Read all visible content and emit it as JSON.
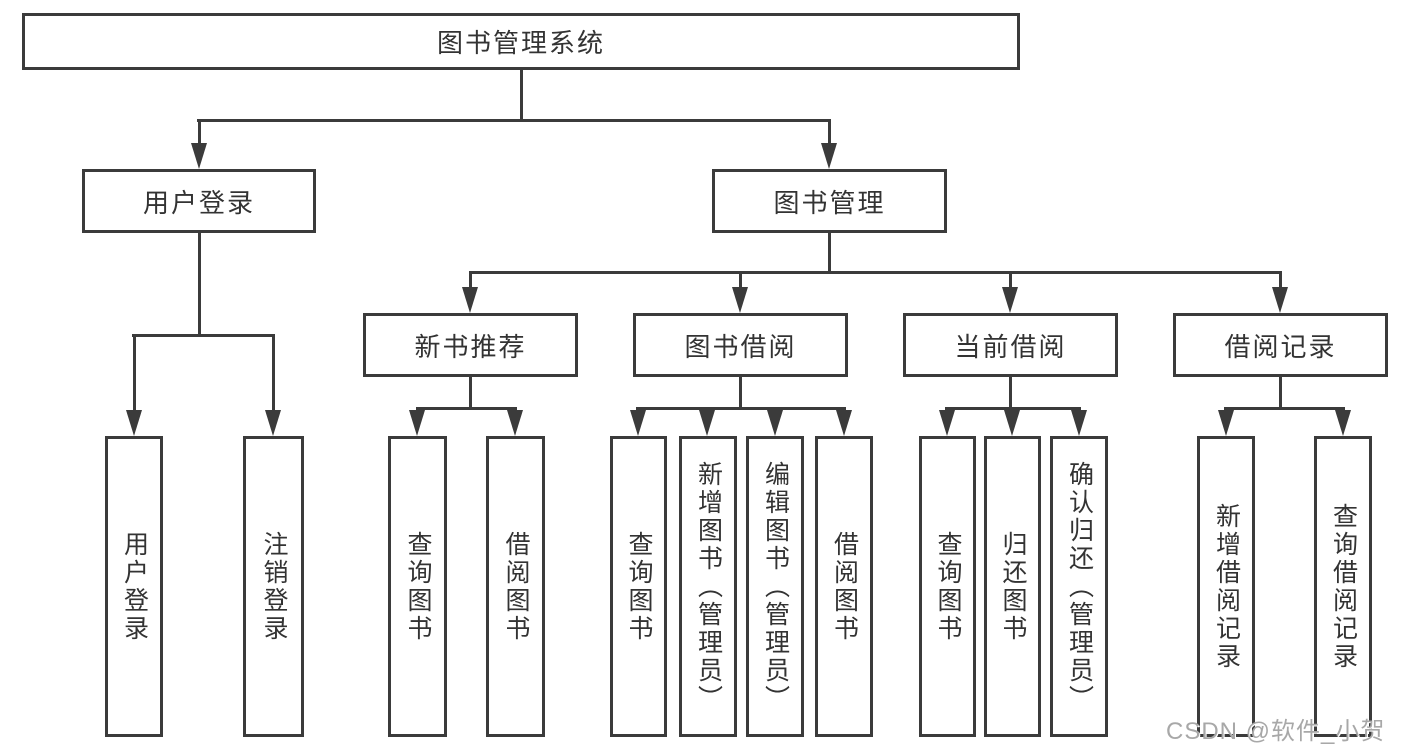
{
  "diagram": {
    "type": "hierarchy-tree",
    "title": "图书管理系统",
    "colors": {
      "line": "#3b3b3b",
      "border": "#3b3b3b",
      "text": "#333333",
      "background": "#ffffff",
      "watermark": "#a8a8a8"
    }
  },
  "tree": {
    "root": {
      "label": "图书管理系统",
      "children": [
        {
          "label": "用户登录",
          "children": [
            {
              "label": "用户登录"
            },
            {
              "label": "注销登录"
            }
          ]
        },
        {
          "label": "图书管理",
          "children": [
            {
              "label": "新书推荐",
              "children": [
                {
                  "label": "查询图书"
                },
                {
                  "label": "借阅图书"
                }
              ]
            },
            {
              "label": "图书借阅",
              "children": [
                {
                  "label": "查询图书"
                },
                {
                  "label": "新增图书（管理员）"
                },
                {
                  "label": "编辑图书（管理员）"
                },
                {
                  "label": "借阅图书"
                }
              ]
            },
            {
              "label": "当前借阅",
              "children": [
                {
                  "label": "查询图书"
                },
                {
                  "label": "归还图书"
                },
                {
                  "label": "确认归还（管理员）"
                }
              ]
            },
            {
              "label": "借阅记录",
              "children": [
                {
                  "label": "新增借阅记录"
                },
                {
                  "label": "查询借阅记录"
                }
              ]
            }
          ]
        }
      ]
    }
  },
  "watermark": {
    "text": "CSDN @软件_小贺同学"
  }
}
